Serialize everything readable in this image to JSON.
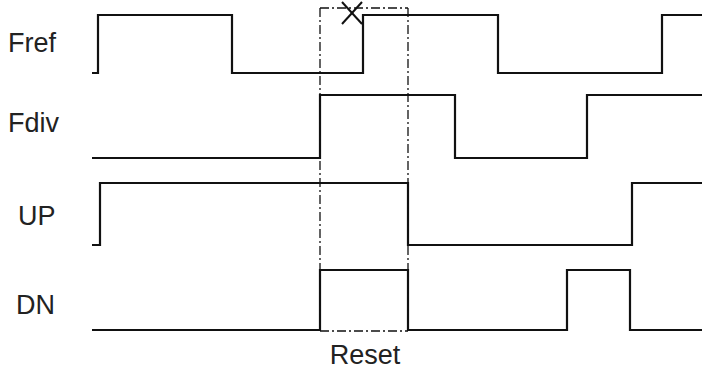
{
  "diagram": {
    "labels": [
      "Fref",
      "Fdiv",
      "UP",
      "DN",
      "Reset"
    ]
  }
}
